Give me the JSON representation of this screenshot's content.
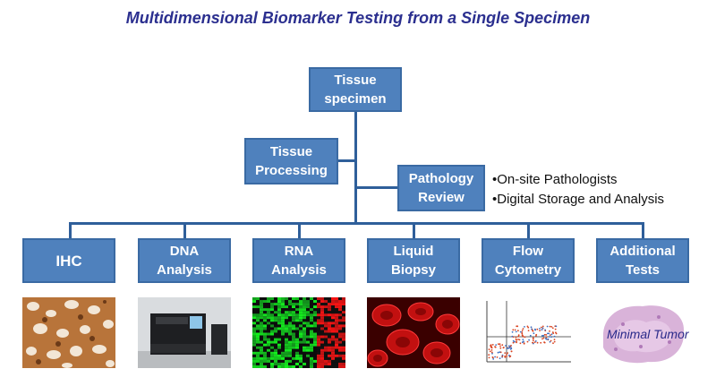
{
  "title": "Multidimensional Biomarker Testing from a Single Specimen",
  "root": "Tissue\nspecimen",
  "processing": "Tissue\nProcessing",
  "review": "Pathology\nReview",
  "review_notes": [
    "On-site Pathologists",
    "Digital Storage and Analysis"
  ],
  "tests": [
    "IHC",
    "DNA\nAnalysis",
    "RNA\nAnalysis",
    "Liquid\nBiopsy",
    "Flow\nCytometry",
    "Additional\nTests"
  ],
  "images": [
    "ihc-stain-micrograph",
    "dna-sequencer-photo",
    "rna-heatmap",
    "red-blood-cells-image",
    "flow-cytometry-scatter-plot",
    "tissue-slide-image"
  ],
  "caption": "Minimal Tumor",
  "colors": {
    "box": "#4f81bd",
    "line": "#2f5f9a",
    "title": "#2b2f8f"
  }
}
